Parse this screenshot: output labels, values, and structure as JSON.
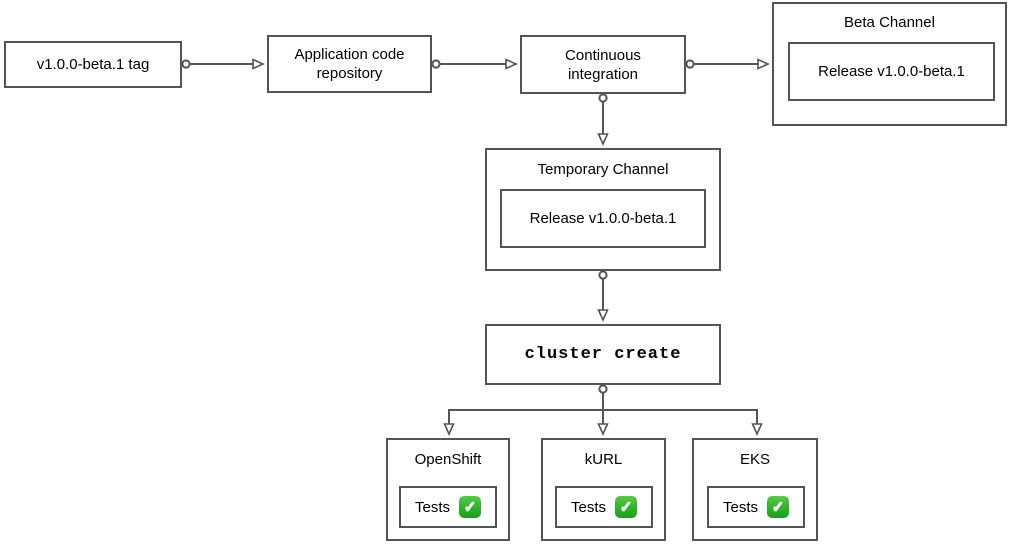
{
  "colors": {
    "stroke": "#545454",
    "text": "#000000",
    "background": "#ffffff",
    "check_green_top": "#56cc43",
    "check_green_bottom": "#1da01d",
    "check_mark": "#ffffff"
  },
  "icons": {
    "check": "✓"
  },
  "nodes": {
    "tag": {
      "label": "v1.0.0-beta.1 tag"
    },
    "repo": {
      "label": "Application code\nrepository"
    },
    "ci": {
      "label": "Continuous\nintegration"
    },
    "beta_channel": {
      "title": "Beta Channel",
      "release_label": "Release v1.0.0-beta.1"
    },
    "temporary_channel": {
      "title": "Temporary Channel",
      "release_label": "Release v1.0.0-beta.1"
    },
    "cluster_create": {
      "label": "cluster create"
    },
    "clusters": [
      {
        "title": "OpenShift",
        "tests_label": "Tests"
      },
      {
        "title": "kURL",
        "tests_label": "Tests"
      },
      {
        "title": "EKS",
        "tests_label": "Tests"
      }
    ]
  }
}
